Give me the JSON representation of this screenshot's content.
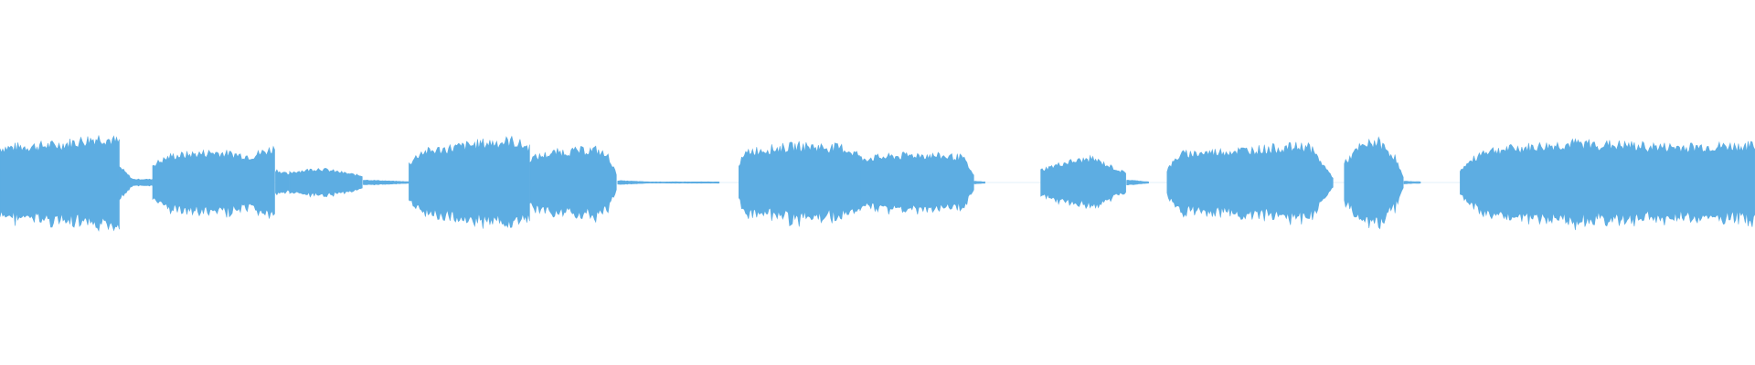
{
  "waveform": {
    "color": "#5dade2",
    "background": "#ffffff",
    "segments": [
      {
        "start": 0.0,
        "end": 0.068,
        "level": 0.62,
        "keys": [
          [
            0,
            0.55
          ],
          [
            0.5,
            0.6
          ],
          [
            0.85,
            0.72
          ],
          [
            1,
            0.64
          ]
        ]
      },
      {
        "start": 0.068,
        "end": 0.087,
        "level": 0.05,
        "keys": [
          [
            0,
            0.25
          ],
          [
            0.4,
            0.05
          ],
          [
            1,
            0.05
          ]
        ]
      },
      {
        "start": 0.087,
        "end": 0.157,
        "level": 0.48,
        "keys": [
          [
            0,
            0.28
          ],
          [
            0.15,
            0.42
          ],
          [
            0.5,
            0.48
          ],
          [
            0.8,
            0.42
          ],
          [
            1,
            0.55
          ]
        ]
      },
      {
        "start": 0.157,
        "end": 0.165,
        "level": 0.1,
        "keys": [
          [
            0,
            0.2
          ],
          [
            1,
            0.12
          ]
        ]
      },
      {
        "start": 0.165,
        "end": 0.207,
        "level": 0.22,
        "keys": [
          [
            0,
            0.16
          ],
          [
            0.4,
            0.22
          ],
          [
            1,
            0.1
          ]
        ]
      },
      {
        "start": 0.207,
        "end": 0.235,
        "level": 0.01,
        "keys": [
          [
            0,
            0.04
          ],
          [
            1,
            0.01
          ]
        ]
      },
      {
        "start": 0.233,
        "end": 0.302,
        "level": 0.58,
        "keys": [
          [
            0,
            0.3
          ],
          [
            0.1,
            0.48
          ],
          [
            0.6,
            0.62
          ],
          [
            0.85,
            0.66
          ],
          [
            1,
            0.55
          ]
        ]
      },
      {
        "start": 0.302,
        "end": 0.352,
        "level": 0.5,
        "keys": [
          [
            0,
            0.38
          ],
          [
            0.3,
            0.48
          ],
          [
            0.75,
            0.52
          ],
          [
            0.9,
            0.4
          ],
          [
            1,
            0.08
          ]
        ]
      },
      {
        "start": 0.352,
        "end": 0.41,
        "level": 0.01,
        "keys": [
          [
            0,
            0.03
          ],
          [
            0.3,
            0.01
          ],
          [
            1,
            0.01
          ]
        ]
      },
      {
        "start": 0.421,
        "end": 0.49,
        "level": 0.56,
        "keys": [
          [
            0,
            0.3
          ],
          [
            0.08,
            0.5
          ],
          [
            0.5,
            0.58
          ],
          [
            0.85,
            0.55
          ],
          [
            1,
            0.44
          ]
        ]
      },
      {
        "start": 0.49,
        "end": 0.555,
        "level": 0.42,
        "keys": [
          [
            0,
            0.38
          ],
          [
            0.5,
            0.44
          ],
          [
            0.9,
            0.4
          ],
          [
            1,
            0.1
          ]
        ]
      },
      {
        "start": 0.555,
        "end": 0.562,
        "level": 0.01,
        "keys": [
          [
            0,
            0.02
          ],
          [
            1,
            0.01
          ]
        ]
      },
      {
        "start": 0.593,
        "end": 0.642,
        "level": 0.36,
        "keys": [
          [
            0,
            0.2
          ],
          [
            0.3,
            0.32
          ],
          [
            0.6,
            0.38
          ],
          [
            1,
            0.14
          ]
        ]
      },
      {
        "start": 0.642,
        "end": 0.655,
        "level": 0.01,
        "keys": [
          [
            0,
            0.04
          ],
          [
            1,
            0.01
          ]
        ]
      },
      {
        "start": 0.665,
        "end": 0.76,
        "level": 0.54,
        "keys": [
          [
            0,
            0.2
          ],
          [
            0.08,
            0.45
          ],
          [
            0.5,
            0.52
          ],
          [
            0.85,
            0.58
          ],
          [
            1,
            0.06
          ]
        ]
      },
      {
        "start": 0.766,
        "end": 0.8,
        "level": 0.58,
        "keys": [
          [
            0,
            0.3
          ],
          [
            0.25,
            0.55
          ],
          [
            0.55,
            0.66
          ],
          [
            0.85,
            0.4
          ],
          [
            1,
            0.05
          ]
        ]
      },
      {
        "start": 0.8,
        "end": 0.81,
        "level": 0.01,
        "keys": [
          [
            0,
            0.02
          ],
          [
            1,
            0.01
          ]
        ]
      },
      {
        "start": 0.832,
        "end": 1.0,
        "level": 0.56,
        "keys": [
          [
            0,
            0.2
          ],
          [
            0.08,
            0.5
          ],
          [
            0.4,
            0.62
          ],
          [
            0.7,
            0.56
          ],
          [
            1,
            0.58
          ]
        ]
      }
    ]
  }
}
